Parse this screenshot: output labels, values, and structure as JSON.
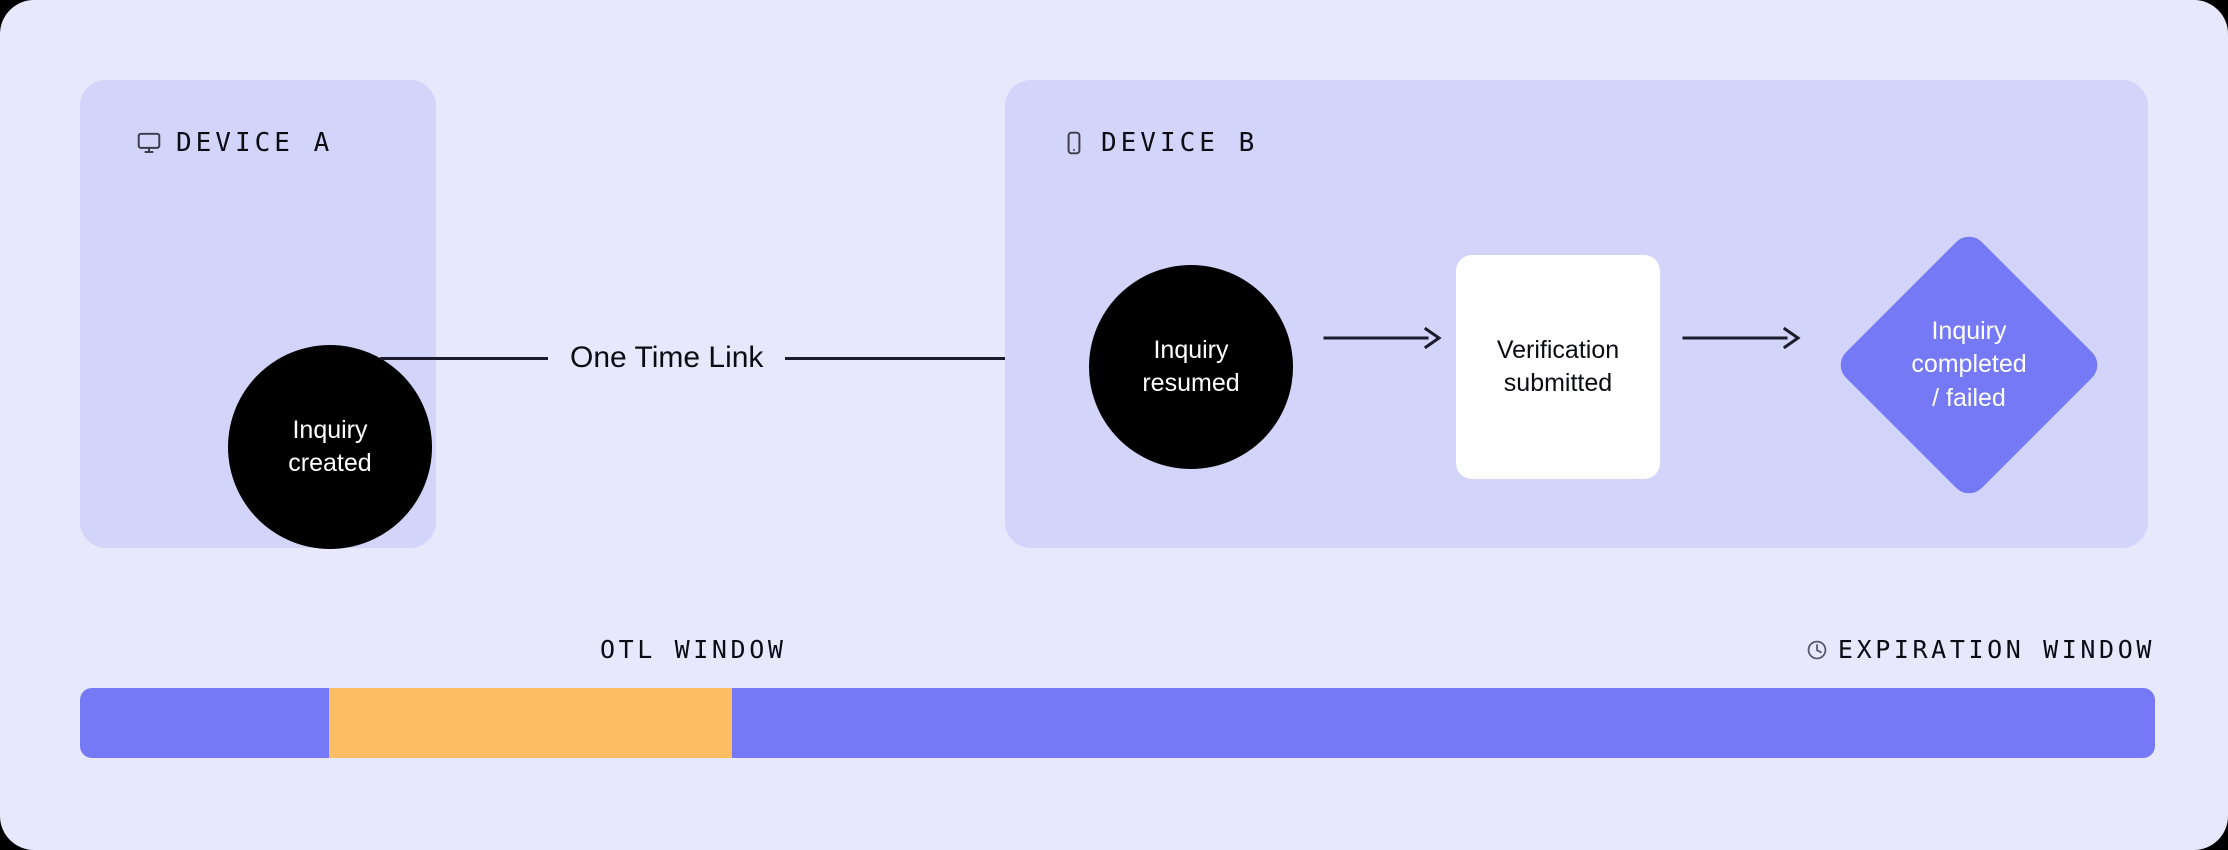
{
  "canvas": {
    "background": "#e7e8fc",
    "panel_background": "#d3d4f9"
  },
  "devices": [
    {
      "id": "device-a",
      "title": "DEVICE A",
      "icon": "monitor-icon"
    },
    {
      "id": "device-b",
      "title": "DEVICE B",
      "icon": "mobile-phone-icon"
    }
  ],
  "nodes": {
    "inquiry_created": {
      "label": "Inquiry\ncreated",
      "shape": "circle",
      "fill": "#000000",
      "text_color": "#ffffff"
    },
    "inquiry_resumed": {
      "label": "Inquiry\nresumed",
      "shape": "circle",
      "fill": "#000000",
      "text_color": "#ffffff"
    },
    "verification_submitted": {
      "label": "Verification\nsubmitted",
      "shape": "rounded-square",
      "fill": "#ffffff",
      "text_color": "#0b0b14"
    },
    "inquiry_completed_failed": {
      "label": "Inquiry\ncompleted\n/ failed",
      "shape": "diamond",
      "fill": "#7579f5",
      "text_color": "#ffffff"
    }
  },
  "connectors": {
    "one_time_link": {
      "label": "One Time Link",
      "style": "arrow-right"
    },
    "resumed_to_verification": {
      "label": "",
      "style": "arrow-right"
    },
    "verification_to_outcome": {
      "label": "",
      "style": "arrow-right"
    }
  },
  "timeline": {
    "labels": {
      "otl_window": "OTL WINDOW",
      "expiration_window": "EXPIRATION WINDOW",
      "expiration_icon": "clock-icon"
    },
    "segments": [
      {
        "name": "pre-otl",
        "color": "#7579f5",
        "percent": 12.0
      },
      {
        "name": "otl-window",
        "color": "#fcbd63",
        "percent": 19.4
      },
      {
        "name": "expiration-window",
        "color": "#7579f5",
        "percent": 68.6
      }
    ]
  }
}
